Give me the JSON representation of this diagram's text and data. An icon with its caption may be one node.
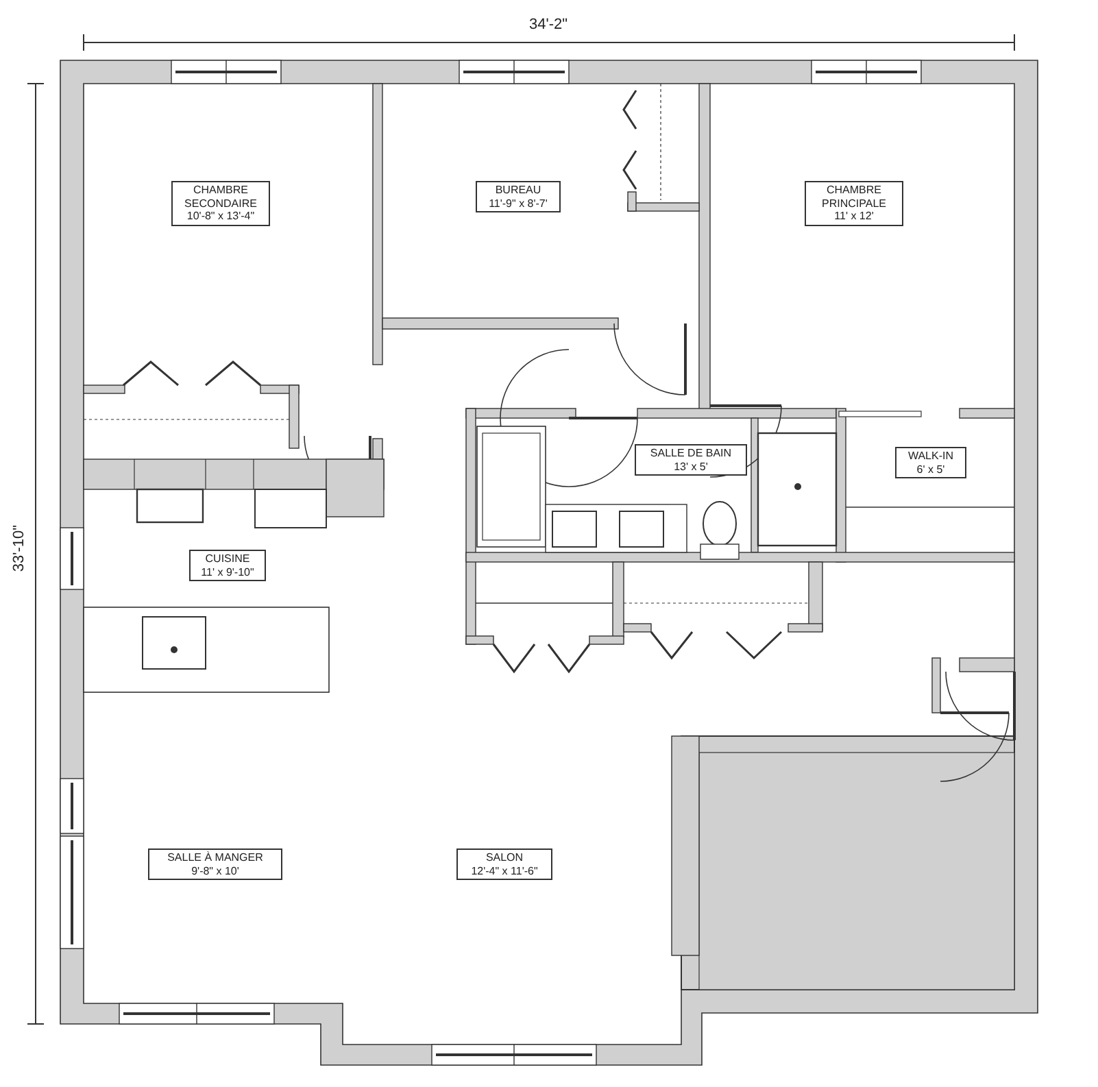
{
  "diagram": {
    "nodes": [
      {
        "text": [
          "CHAMBRE SECONDAIRE",
          "10'-8\" x 13'-4\""
        ]
      },
      {
        "text": [
          "BUREAU",
          "11'-9\" x 8'-7'"
        ]
      },
      {
        "text": [
          "CHAMBRE PRINCIPALE",
          "11' x 12'"
        ]
      },
      {
        "text": [
          "SALLE DE BAIN",
          "13' x 5'"
        ]
      },
      {
        "text": [
          "WALK-IN",
          "6' x 5'"
        ]
      },
      {
        "text": [
          "CUISINE",
          "11' x 9'-10\""
        ]
      },
      {
        "text": [
          "SALLE À MANGER",
          "9'-8\" x 10'"
        ]
      },
      {
        "text": [
          "SALON",
          "12'-4\" x 11'-6\""
        ]
      }
    ],
    "labels": [
      "34'-2\"",
      "33'-10\""
    ]
  }
}
